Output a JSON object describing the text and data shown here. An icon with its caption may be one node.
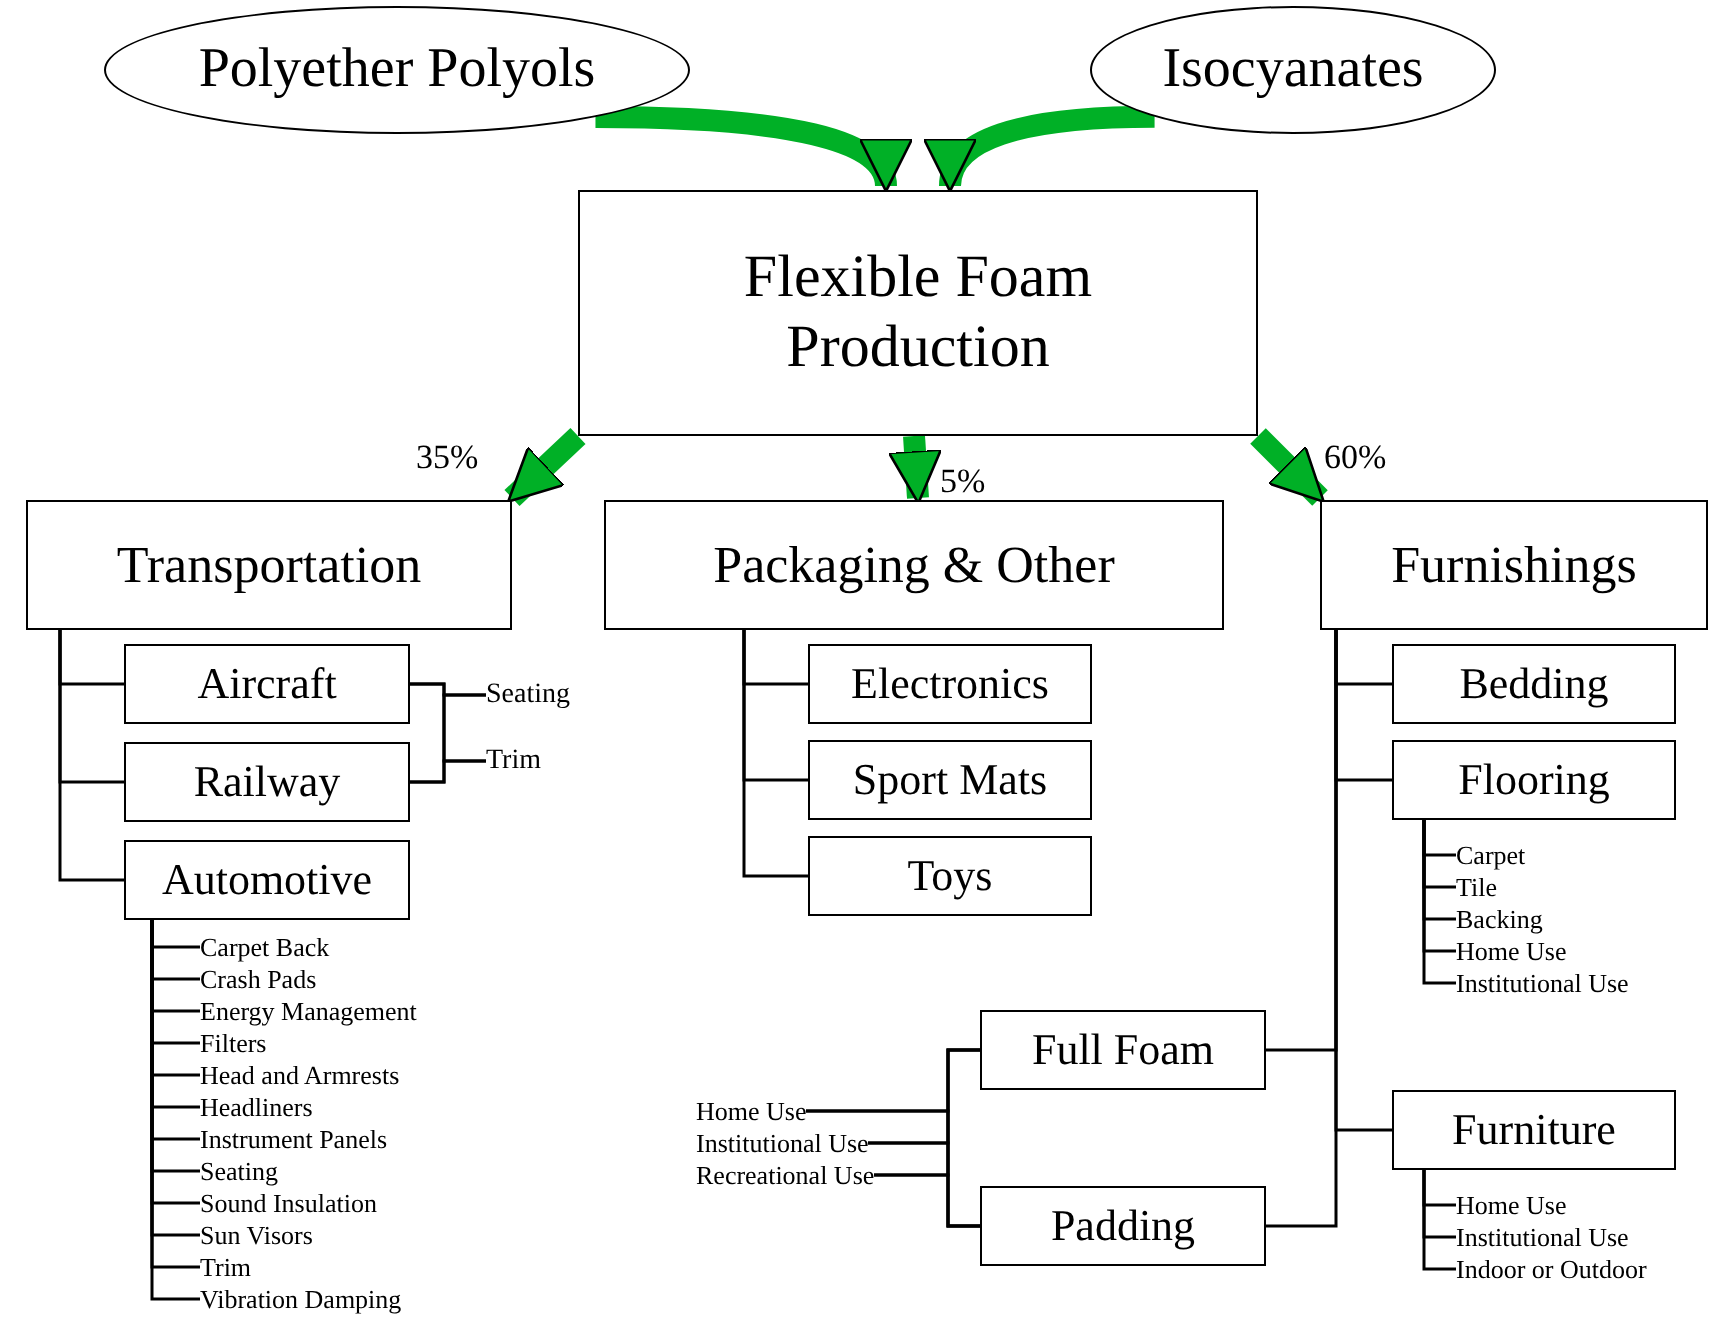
{
  "diagram": {
    "nodes": [
      {
        "text": [
          "Polyether Polyols"
        ]
      },
      {
        "text": [
          "Isocyanates"
        ]
      },
      {
        "text": [
          "Flexible Foam Production"
        ]
      },
      {
        "text": [
          "Transportation"
        ]
      },
      {
        "text": [
          "Packaging & Other"
        ]
      },
      {
        "text": [
          "Furnishings"
        ]
      },
      {
        "text": [
          "Aircraft"
        ]
      },
      {
        "text": [
          "Railway"
        ]
      },
      {
        "text": [
          "Automotive"
        ]
      },
      {
        "text": [
          "Seating"
        ]
      },
      {
        "text": [
          "Trim"
        ]
      },
      {
        "text": [
          "Carpet Back"
        ]
      },
      {
        "text": [
          "Crash Pads"
        ]
      },
      {
        "text": [
          "Energy Management"
        ]
      },
      {
        "text": [
          "Filters"
        ]
      },
      {
        "text": [
          "Head and Armrests"
        ]
      },
      {
        "text": [
          "Headliners"
        ]
      },
      {
        "text": [
          "Instrument Panels"
        ]
      },
      {
        "text": [
          "Seating"
        ]
      },
      {
        "text": [
          "Sound Insulation"
        ]
      },
      {
        "text": [
          "Sun Visors"
        ]
      },
      {
        "text": [
          "Trim"
        ]
      },
      {
        "text": [
          "Vibration Damping"
        ]
      },
      {
        "text": [
          "Electronics"
        ]
      },
      {
        "text": [
          "Sport Mats"
        ]
      },
      {
        "text": [
          "Toys"
        ]
      },
      {
        "text": [
          "Bedding"
        ]
      },
      {
        "text": [
          "Flooring"
        ]
      },
      {
        "text": [
          "Carpet"
        ]
      },
      {
        "text": [
          "Tile"
        ]
      },
      {
        "text": [
          "Backing"
        ]
      },
      {
        "text": [
          "Home Use"
        ]
      },
      {
        "text": [
          "Institutional Use"
        ]
      },
      {
        "text": [
          "Full Foam"
        ]
      },
      {
        "text": [
          "Padding"
        ]
      },
      {
        "text": [
          "Furniture"
        ]
      },
      {
        "text": [
          "Home Use"
        ]
      },
      {
        "text": [
          "Institutional Use"
        ]
      },
      {
        "text": [
          "Indoor or Outdoor"
        ]
      },
      {
        "text": [
          "Home Use"
        ]
      },
      {
        "text": [
          "Institutional Use"
        ]
      },
      {
        "text": [
          "Recreational Use"
        ]
      }
    ],
    "edges": [
      {
        "from": 0,
        "to": 2,
        "arrow": "to",
        "style": "thick",
        "color": "#00b026"
      },
      {
        "from": 1,
        "to": 2,
        "arrow": "to",
        "style": "thick",
        "color": "#00b026"
      },
      {
        "from": 2,
        "to": 3,
        "arrow": "to",
        "label": "35%",
        "style": "thick",
        "color": "#00b026"
      },
      {
        "from": 2,
        "to": 4,
        "arrow": "to",
        "label": "5%",
        "style": "thick",
        "color": "#00b026"
      },
      {
        "from": 2,
        "to": 5,
        "arrow": "to",
        "label": "60%",
        "style": "thick",
        "color": "#00b026"
      },
      {
        "from": 3,
        "to": 6,
        "arrow": "none"
      },
      {
        "from": 3,
        "to": 7,
        "arrow": "none"
      },
      {
        "from": 3,
        "to": 8,
        "arrow": "none"
      },
      {
        "from": 6,
        "to": 9,
        "arrow": "none"
      },
      {
        "from": 6,
        "to": 10,
        "arrow": "none"
      },
      {
        "from": 7,
        "to": 9,
        "arrow": "none"
      },
      {
        "from": 7,
        "to": 10,
        "arrow": "none"
      },
      {
        "from": 8,
        "to": 11,
        "arrow": "none"
      },
      {
        "from": 8,
        "to": 12,
        "arrow": "none"
      },
      {
        "from": 8,
        "to": 13,
        "arrow": "none"
      },
      {
        "from": 8,
        "to": 14,
        "arrow": "none"
      },
      {
        "from": 8,
        "to": 15,
        "arrow": "none"
      },
      {
        "from": 8,
        "to": 16,
        "arrow": "none"
      },
      {
        "from": 8,
        "to": 17,
        "arrow": "none"
      },
      {
        "from": 8,
        "to": 18,
        "arrow": "none"
      },
      {
        "from": 8,
        "to": 19,
        "arrow": "none"
      },
      {
        "from": 8,
        "to": 20,
        "arrow": "none"
      },
      {
        "from": 8,
        "to": 21,
        "arrow": "none"
      },
      {
        "from": 8,
        "to": 22,
        "arrow": "none"
      },
      {
        "from": 4,
        "to": 23,
        "arrow": "none"
      },
      {
        "from": 4,
        "to": 24,
        "arrow": "none"
      },
      {
        "from": 4,
        "to": 25,
        "arrow": "none"
      },
      {
        "from": 5,
        "to": 26,
        "arrow": "none"
      },
      {
        "from": 5,
        "to": 27,
        "arrow": "none"
      },
      {
        "from": 5,
        "to": 33,
        "arrow": "none"
      },
      {
        "from": 5,
        "to": 34,
        "arrow": "none"
      },
      {
        "from": 5,
        "to": 35,
        "arrow": "none"
      },
      {
        "from": 27,
        "to": 28,
        "arrow": "none"
      },
      {
        "from": 27,
        "to": 29,
        "arrow": "none"
      },
      {
        "from": 27,
        "to": 30,
        "arrow": "none"
      },
      {
        "from": 27,
        "to": 31,
        "arrow": "none"
      },
      {
        "from": 27,
        "to": 32,
        "arrow": "none"
      },
      {
        "from": 35,
        "to": 36,
        "arrow": "none"
      },
      {
        "from": 35,
        "to": 37,
        "arrow": "none"
      },
      {
        "from": 35,
        "to": 38,
        "arrow": "none"
      },
      {
        "from": 33,
        "to": 39,
        "arrow": "none"
      },
      {
        "from": 33,
        "to": 40,
        "arrow": "none"
      },
      {
        "from": 33,
        "to": 41,
        "arrow": "none"
      },
      {
        "from": 34,
        "to": 39,
        "arrow": "none"
      },
      {
        "from": 34,
        "to": 40,
        "arrow": "none"
      },
      {
        "from": 34,
        "to": 41,
        "arrow": "none"
      }
    ]
  }
}
